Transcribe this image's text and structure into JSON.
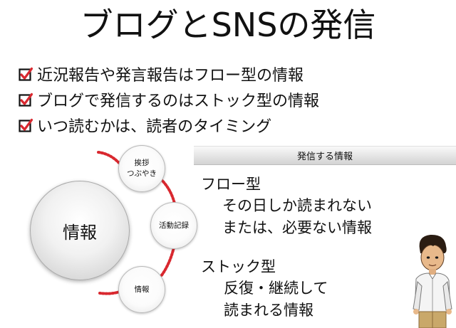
{
  "title": "ブログとSNSの発信",
  "bullets": [
    "近況報告や発言報告はフロー型の情報",
    "ブログで発信するのはストック型の情報",
    "いつ読むかは、読者のタイミング"
  ],
  "diagram": {
    "center": "情報",
    "nodes": [
      {
        "lines": [
          "挨拶",
          "つぶやき"
        ]
      },
      {
        "lines": [
          "活動記録"
        ]
      },
      {
        "lines": [
          "情報"
        ]
      }
    ]
  },
  "panel": {
    "header": "発信する情報",
    "flow": {
      "title": "フロー型",
      "lines": [
        "その日しか読まれない",
        "または、必要ない情報"
      ]
    },
    "stock": {
      "title": "ストック型",
      "lines": [
        "反復・継続して",
        "読まれる情報"
      ]
    }
  },
  "colors": {
    "accent_red": "#d9282f",
    "header_bar": "#dcdcdc",
    "text": "#111111"
  },
  "icons": [
    "checkbox-checked-icon",
    "person-avatar-icon"
  ]
}
